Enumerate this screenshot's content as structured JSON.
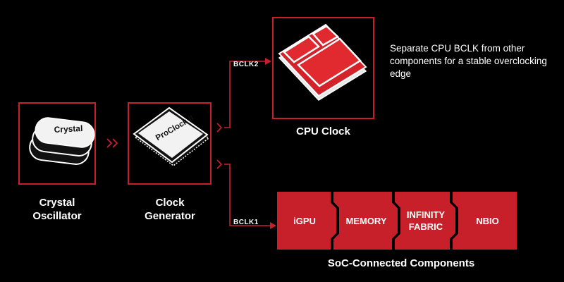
{
  "crystal": {
    "chip_label": "Crystal",
    "caption_line1": "Crystal",
    "caption_line2": "Oscillator"
  },
  "clock_gen": {
    "chip_label": "ProClock II",
    "caption_line1": "Clock",
    "caption_line2": "Generator"
  },
  "bclk2_label": "BCLK2",
  "bclk1_label": "BCLK1",
  "cpu": {
    "caption": "CPU Clock",
    "description": "Separate CPU BCLK from other components for a stable overclocking edge"
  },
  "soc": {
    "caption": "SoC-Connected Components",
    "components": [
      {
        "line1": "iGPU",
        "line2": ""
      },
      {
        "line1": "MEMORY",
        "line2": ""
      },
      {
        "line1": "INFINITY",
        "line2": "FABRIC"
      },
      {
        "line1": "NBIO",
        "line2": ""
      }
    ]
  },
  "colors": {
    "accent_red": "#c8202a",
    "background": "#000000",
    "text": "#ffffff"
  }
}
